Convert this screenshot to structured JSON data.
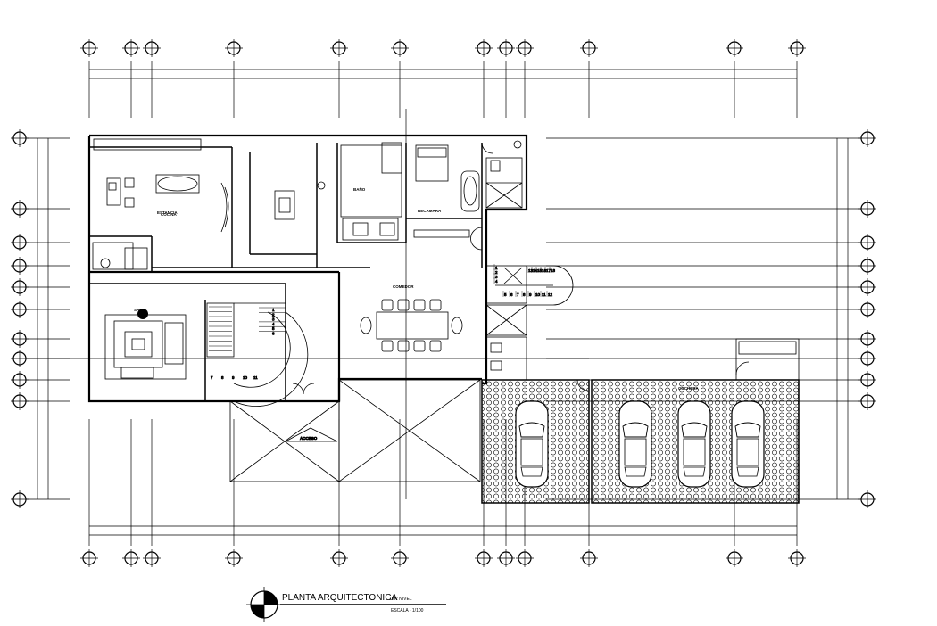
{
  "title_block": {
    "title": "PLANTA ARQUITECTONICA",
    "level": "1ER NIVEL",
    "scale": "ESCALA - 1/100"
  },
  "labels": {
    "recamara": "RECAMARA",
    "comedor": "COMEDOR",
    "estancia": "ESTANCIA",
    "cochera": "COCHERA",
    "acceso": "ACCESO",
    "bano": "BAÑO",
    "cocina": "COCINA",
    "sala": "SALA"
  },
  "stairs_main": [
    "1",
    "2",
    "3",
    "4",
    "5",
    "6",
    "7",
    "8",
    "9",
    "10",
    "11"
  ],
  "stairs_right": [
    "1",
    "2",
    "3",
    "4",
    "5",
    "6",
    "7",
    "8",
    "9",
    "10",
    "11",
    "12",
    "13",
    "14",
    "15",
    "16",
    "17",
    "18"
  ],
  "icons": {
    "north": "north-arrow-icon"
  }
}
